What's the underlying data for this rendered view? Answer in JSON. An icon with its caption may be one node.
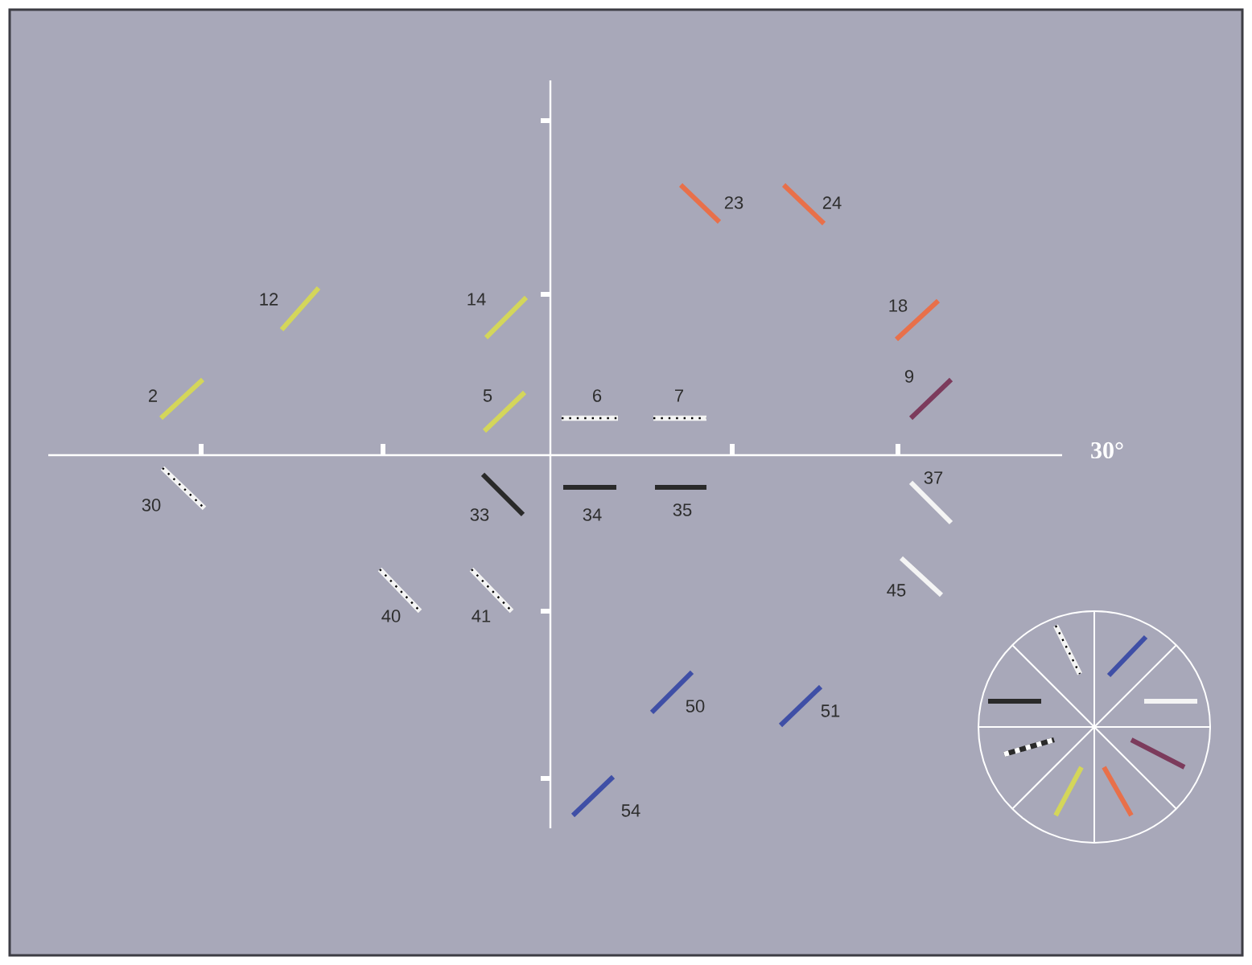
{
  "diagram": {
    "labels": [
      "23",
      "24",
      "12",
      "14",
      "18",
      "9",
      "2",
      "5",
      "6",
      "7",
      "30°",
      "37",
      "30",
      "33",
      "34",
      "35",
      "45",
      "40",
      "41",
      "50",
      "51",
      "54"
    ]
  }
}
